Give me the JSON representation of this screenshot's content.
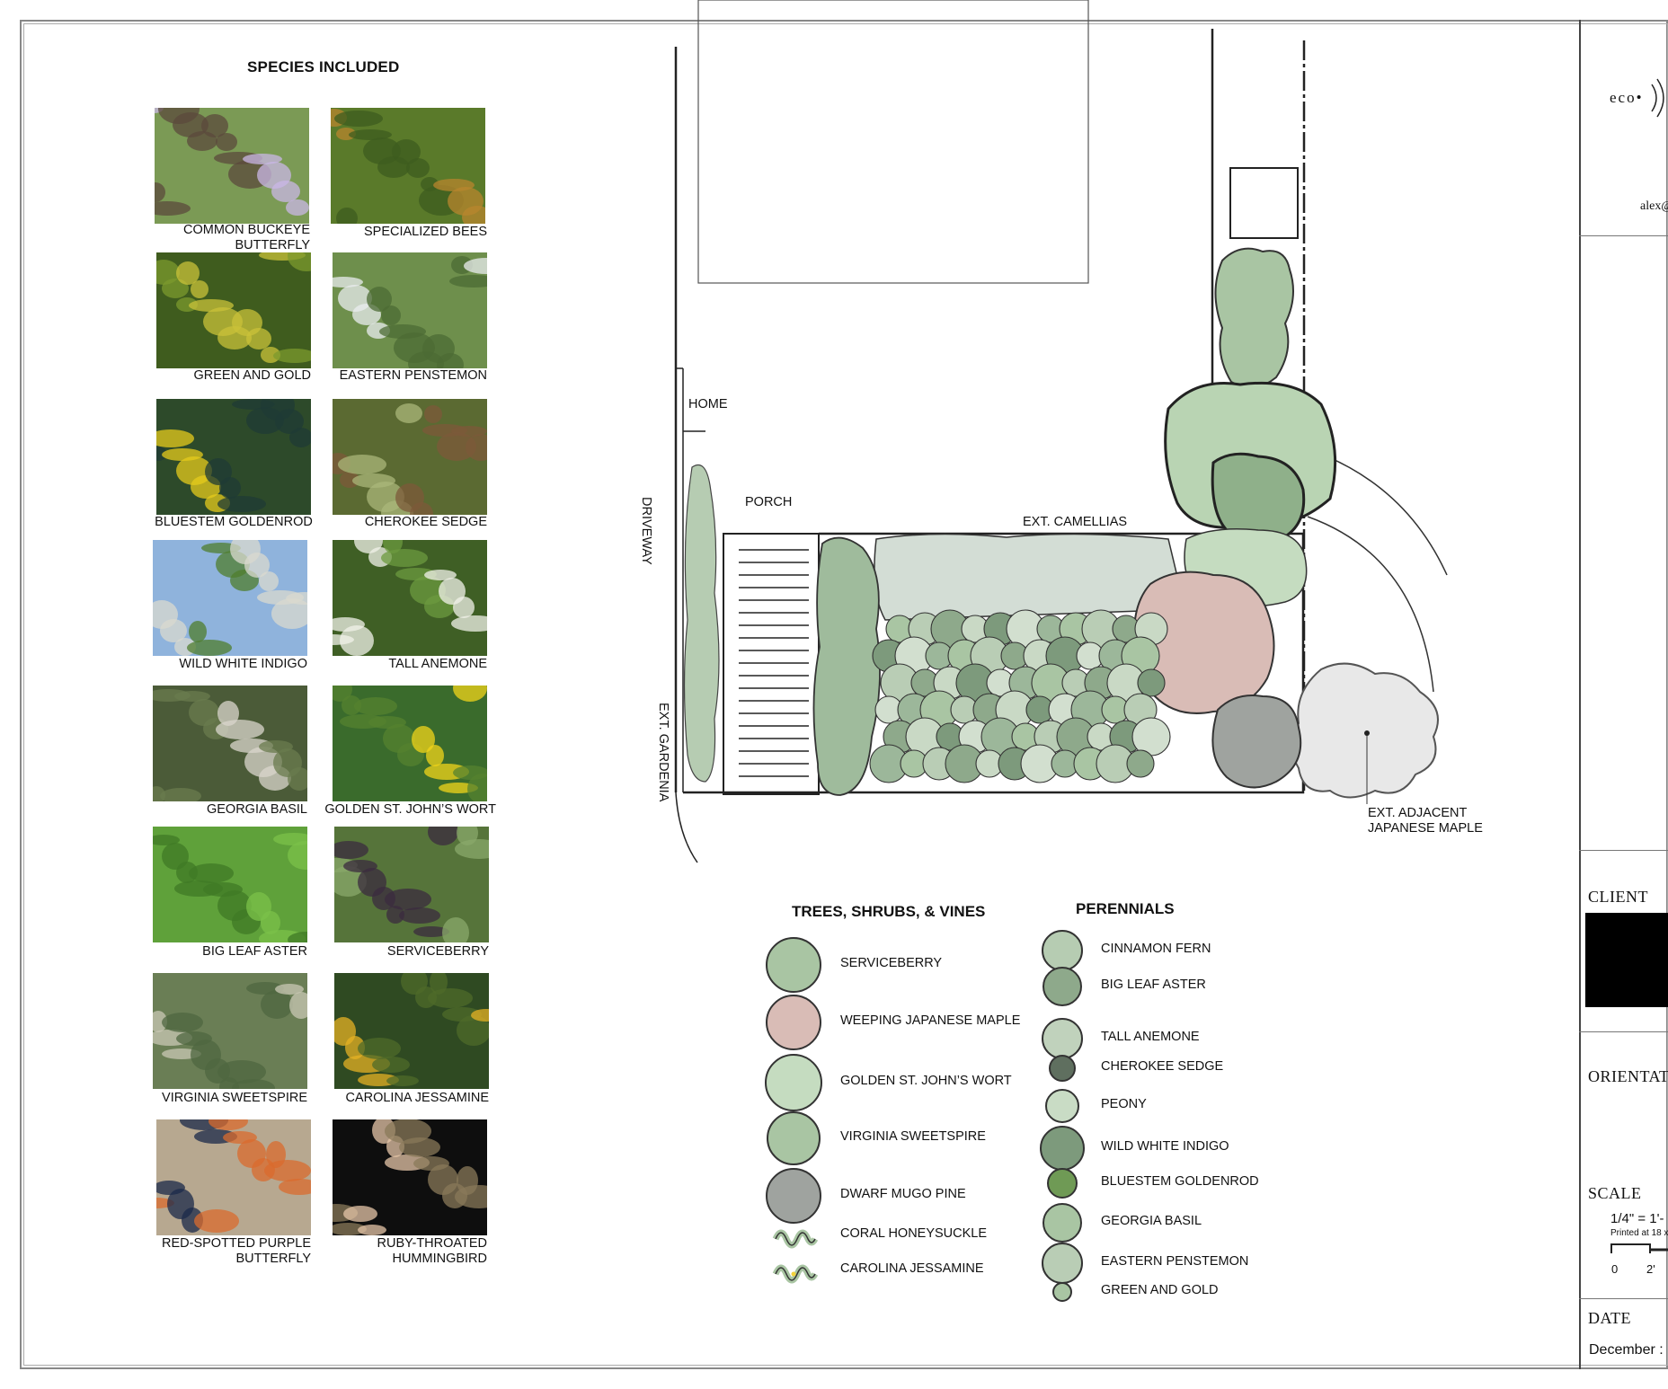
{
  "species": {
    "title": "SPECIES INCLUDED",
    "items": [
      {
        "name": "COMMON BUCKEYE\nBUTTERFLY"
      },
      {
        "name": "SPECIALIZED BEES"
      },
      {
        "name": "GREEN AND GOLD"
      },
      {
        "name": "EASTERN PENSTEMON"
      },
      {
        "name": "BLUESTEM GOLDENROD"
      },
      {
        "name": "CHEROKEE SEDGE"
      },
      {
        "name": "WILD WHITE INDIGO"
      },
      {
        "name": "TALL ANEMONE"
      },
      {
        "name": "GEORGIA BASIL"
      },
      {
        "name": "GOLDEN ST. JOHN’S WORT"
      },
      {
        "name": "BIG LEAF ASTER"
      },
      {
        "name": "SERVICEBERRY"
      },
      {
        "name": "VIRGINIA SWEETSPIRE"
      },
      {
        "name": "CAROLINA JESSAMINE"
      },
      {
        "name": "RED-SPOTTED PURPLE\nBUTTERFLY"
      },
      {
        "name": "RUBY-THROATED\nHUMMINGBIRD"
      }
    ]
  },
  "plan": {
    "home": "HOME",
    "porch": "PORCH",
    "driveway": "DRIVEWAY",
    "gardenia": "EXT. GARDENIA",
    "camellias": "EXT. CAMELLIAS",
    "maple": "EXT. ADJACENT\nJAPANESE MAPLE"
  },
  "legend": {
    "trees_title": "TREES, SHRUBS, & VINES",
    "perennials_title": "PERENNIALS",
    "trees": [
      "SERVICEBERRY",
      "WEEPING JAPANESE MAPLE",
      "GOLDEN ST. JOHN’S WORT",
      "VIRGINIA SWEETSPIRE",
      "DWARF MUGO PINE",
      "CORAL HONEYSUCKLE",
      "CAROLINA JESSAMINE"
    ],
    "perennials": [
      "CINNAMON FERN",
      "BIG LEAF ASTER",
      "TALL ANEMONE",
      "CHEROKEE SEDGE",
      "PEONY",
      "WILD WHITE INDIGO",
      "BLUESTEM GOLDENROD",
      "GEORGIA BASIL",
      "EASTERN PENSTEMON",
      "GREEN AND GOLD"
    ]
  },
  "title_block": {
    "logo": "eco•",
    "email": "alex@",
    "client": "CLIENT",
    "orientation": "ORIENTAT",
    "scale": "SCALE",
    "scale_value": "1/4\" = 1'-",
    "printed": "Printed at 18 x",
    "tick0": "0",
    "tick2": "2'",
    "date": "DATE",
    "date_value": "December :"
  },
  "colors": {
    "sage": "#a9c5a3",
    "sage_dark": "#7e9b7f",
    "pink": "#d9bcb6",
    "gray": "#bdbdbd",
    "yellow": "#f2d23a",
    "line": "#222222"
  }
}
